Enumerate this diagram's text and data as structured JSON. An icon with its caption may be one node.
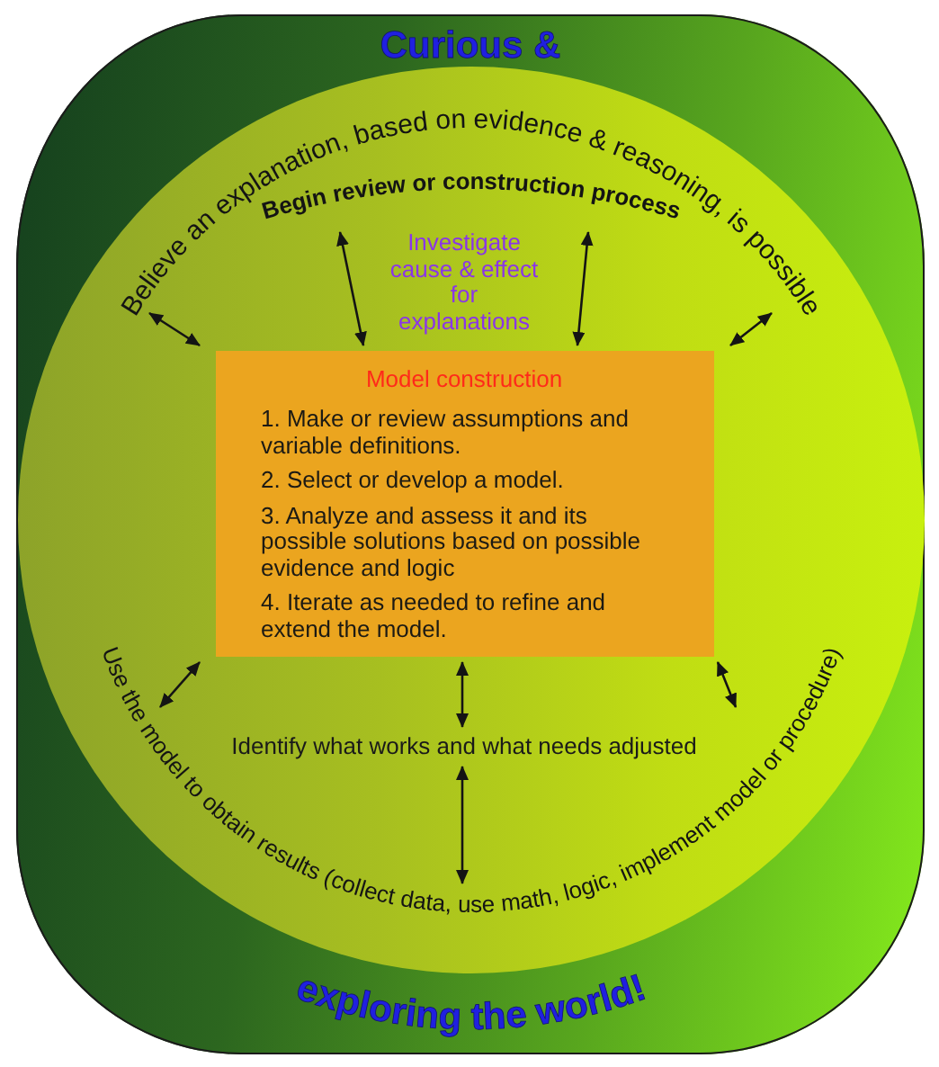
{
  "diagram": {
    "nodes": [
      {
        "text": [
          "Curious &",
          "exploring the world!"
        ]
      },
      {
        "text": [],
        "shape": "circle",
        "in": 0
      },
      {
        "text": [
          "Believe an explanation, based on evidence & reasoning, is possible"
        ],
        "in": 1
      },
      {
        "text": [
          "Begin review or construction process"
        ],
        "in": 1
      },
      {
        "text": [
          "Model construction",
          "1. Make or review assumptions and variable definitions.",
          "2. Select or develop a model.",
          "3. Analyze and assess it and its possible solutions based on possible evidence and logic",
          "4. Iterate as needed to refine and extend the model."
        ],
        "in": 1
      },
      {
        "text": [
          "Identify what works and what needs adjusted"
        ],
        "in": 1
      },
      {
        "text": [
          "Use the model to obtain results (collect data, use math, logic, implement model or procedure)"
        ],
        "in": 1
      }
    ],
    "edges": [
      {
        "from": 4,
        "to": 2,
        "arrow": "both"
      },
      {
        "from": 4,
        "to": 3,
        "arrow": "both"
      },
      {
        "from": 4,
        "to": 3,
        "arrow": "both"
      },
      {
        "from": 4,
        "to": 2,
        "arrow": "both"
      },
      {
        "from": 4,
        "to": 6,
        "arrow": "both"
      },
      {
        "from": 4,
        "to": 5,
        "arrow": "both"
      },
      {
        "from": 4,
        "to": 6,
        "arrow": "both"
      },
      {
        "from": 5,
        "to": 6,
        "arrow": "both"
      }
    ],
    "labels": [
      "Investigate cause & effect for explanations"
    ]
  }
}
